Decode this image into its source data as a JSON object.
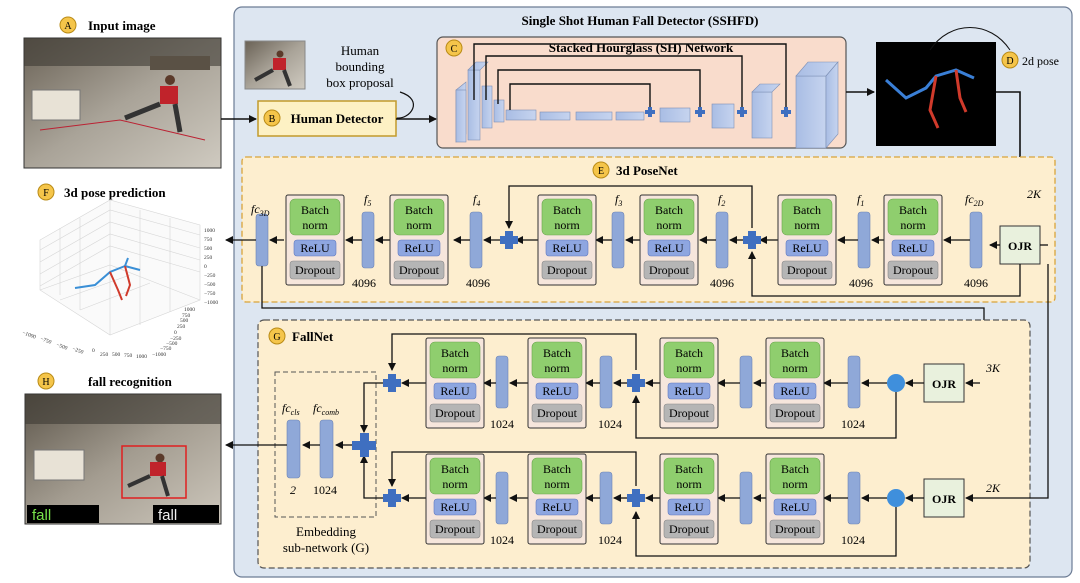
{
  "title": "Single Shot Human Fall Detector (SSHFD)",
  "input": {
    "letter": "A",
    "label": "Input image"
  },
  "proposal": {
    "line1": "Human",
    "line2": "bounding",
    "line3": "box proposal"
  },
  "detector": {
    "letter": "B",
    "label": "Human Detector"
  },
  "hourglass": {
    "letter": "C",
    "label": "Stacked Hourglass (SH) Network"
  },
  "pose2d": {
    "letter": "D",
    "label": "2d pose"
  },
  "posenet": {
    "letter": "E",
    "label": "3d PoseNet",
    "block": {
      "bn1": "Batch",
      "bn2": "norm",
      "relu": "ReLU",
      "dropout": "Dropout"
    },
    "fc_labels": {
      "fc3d_base": "fc",
      "fc3d_sub": "3D",
      "f5": "5",
      "f4": "4",
      "f3": "3",
      "f2": "2",
      "f1": "1",
      "fc2d_base": "fc",
      "fc2d_sub": "2D",
      "f": "f"
    },
    "dims": {
      "d1": "4096",
      "d2": "4096",
      "d3": "4096",
      "d4": "4096",
      "d5": "4096"
    },
    "ojr": "OJR",
    "input_dim": "2K"
  },
  "pred3d": {
    "letter": "F",
    "label": "3d pose prediction",
    "zticks": [
      "1000",
      "750",
      "500",
      "250",
      "0",
      "−250",
      "−500",
      "−750",
      "−1000"
    ],
    "xticks": [
      "−1000",
      "−750",
      "−500",
      "−250",
      "0",
      "250",
      "500",
      "750",
      "1000"
    ],
    "yticks": [
      "1000",
      "750",
      "500",
      "250",
      "0",
      "−250",
      "−500",
      "−750",
      "−1000"
    ]
  },
  "fallnet": {
    "letter": "G",
    "label": "FallNet",
    "block": {
      "bn1": "Batch",
      "bn2": "norm",
      "relu": "ReLU",
      "dropout": "Dropout"
    },
    "dims": {
      "a": "1024",
      "b": "1024",
      "c": "1024"
    },
    "ojr": "OJR",
    "top_dim": "3K",
    "bottom_dim": "2K",
    "fc_cls_base": "fc",
    "fc_cls_sub": "cls",
    "fc_comb_base": "fc",
    "fc_comb_sub": "comb",
    "cls_dim": "2",
    "comb_dim": "1024",
    "embedding1": "Embedding",
    "embedding2": "sub-network (G)"
  },
  "fall": {
    "letter": "H",
    "label": "fall recognition",
    "tag": "fall"
  },
  "colors": {
    "panel": "#dde6f1",
    "orange_panel": "#fdeecf",
    "orange_border": "#d9a43a",
    "fc": "#8fa8d8",
    "plus": "#3f6fc0",
    "bn": "#8fce6e",
    "relu": "#8ea6e0",
    "dropout": "#b5b5b5",
    "block_bg": "#f6e6dc",
    "badge": "#f5c54a",
    "ojr": "#e9f1dd"
  }
}
